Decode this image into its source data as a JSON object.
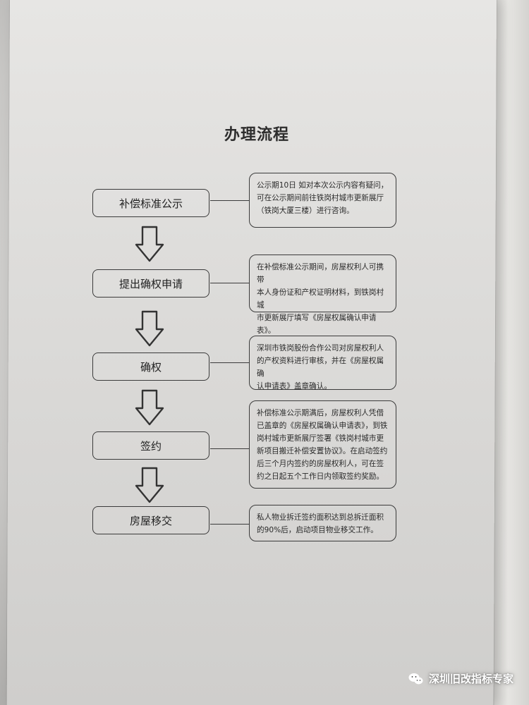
{
  "document": {
    "title": "办理流程",
    "steps": [
      {
        "label": "补偿标准公示",
        "note": "公示期10日 如对本次公示内容有疑问，\n可在公示期间前往铁岗村城市更新展厅\n（铁岗大厦三楼）进行咨询。"
      },
      {
        "label": "提出确权申请",
        "note": "在补偿标准公示期间，房屋权利人可携带\n本人身份证和产权证明材料，到铁岗村城\n市更新展厅填写《房屋权属确认申请表》。"
      },
      {
        "label": "确权",
        "note": "深圳市铁岗股份合作公司对房屋权利人\n的产权资料进行审核，并在《房屋权属确\n认申请表》盖章确认。"
      },
      {
        "label": "签约",
        "note": "补偿标准公示期满后，房屋权利人凭借\n已盖章的《房屋权属确认申请表》，到铁\n岗村城市更新展厅签署《铁岗村城市更\n新项目搬迁补偿安置协议》。在启动签约\n后三个月内签约的房屋权利人，可在签\n约之日起五个工作日内领取签约奖励。"
      },
      {
        "label": "房屋移交",
        "note": "私人物业拆迁签约面积达到总拆迁面积\n的90%后，启动项目物业移交工作。"
      }
    ]
  },
  "watermark": {
    "text": "深圳旧改指标专家",
    "icon": "wechat-icon"
  }
}
